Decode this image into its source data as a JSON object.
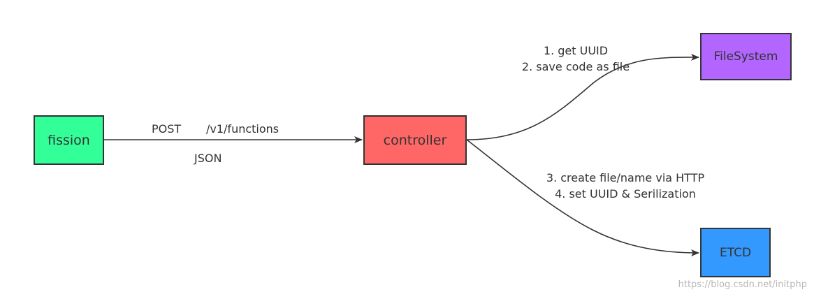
{
  "nodes": {
    "fission": {
      "label": "fission",
      "color": "#33ff99"
    },
    "controller": {
      "label": "controller",
      "color": "#ff6666"
    },
    "filesystem": {
      "label": "FileSystem",
      "color": "#b266ff"
    },
    "etcd": {
      "label": "ETCD",
      "color": "#3399ff"
    }
  },
  "edges": {
    "fission_to_controller": {
      "method": "POST",
      "path": "/v1/functions",
      "payload": "JSON"
    },
    "controller_to_filesystem": {
      "step1": "1. get UUID",
      "step2": "2. save code as file"
    },
    "controller_to_etcd": {
      "step3": "3. create file/name via HTTP",
      "step4": "4. set UUID & Serilization"
    }
  },
  "watermark": "https://blog.csdn.net/initphp",
  "edge_color": "#333333"
}
